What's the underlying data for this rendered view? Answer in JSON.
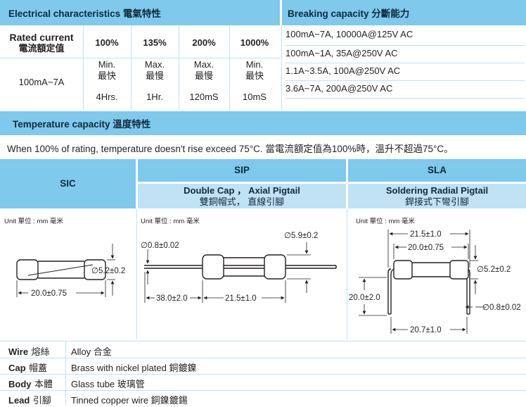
{
  "electrical": {
    "title": "Electrical characteristics 電氣特性",
    "rated_label_en": "Rated current",
    "rated_label_zh": "電流額定值",
    "rated_value": "100mA~7A",
    "columns": [
      {
        "pct": "100%",
        "kind_en": "Min.",
        "kind_zh": "最快",
        "time": "4Hrs."
      },
      {
        "pct": "135%",
        "kind_en": "Max.",
        "kind_zh": "最慢",
        "time": "1Hr."
      },
      {
        "pct": "200%",
        "kind_en": "Max.",
        "kind_zh": "最慢",
        "time": "120mS"
      },
      {
        "pct": "1000%",
        "kind_en": "Min.",
        "kind_zh": "最快",
        "time": "10mS"
      }
    ]
  },
  "breaking": {
    "title": "Breaking capacity 分斷能力",
    "rows": [
      "100mA~7A, 10000A@125V AC",
      "100mA~1A, 35A@250V AC",
      "1.1A~3.5A, 100A@250V AC",
      "3.6A~7A, 200A@250V AC"
    ]
  },
  "temperature": {
    "title": "Temperature capacity 溫度特性",
    "text": "When 100% of rating, temperature doesn't rise exceed 75°C. 當電流額定值為100%時，溫升不超過75°C。"
  },
  "types": {
    "sic": {
      "name": "SIC",
      "unit": "Unit 單位 : mm 毫米",
      "dims": {
        "dia": "∅5.2±0.2",
        "len": "20.0±0.75"
      }
    },
    "sip": {
      "name": "SIP",
      "desc_en": "Double Cap ， Axial Pigtail",
      "desc_zh": "雙銅帽式， 直線引腳",
      "unit": "Unit 單位 : mm 毫米",
      "dims": {
        "wire": "∅0.8±0.02",
        "dia": "∅5.9±0.2",
        "lead": "38.0±2.0",
        "len": "21.5±1.0"
      }
    },
    "sla": {
      "name": "SLA",
      "desc_en": "Soldering Radial Pigtail",
      "desc_zh": "銲接式下彎引腳",
      "unit": "Unit 單位 : mm 毫米",
      "dims": {
        "total": "21.5±1.0",
        "body": "20.0±0.75",
        "dia": "∅5.2±0.2",
        "height": "20.0±2.0",
        "wire": "∅0.8±0.02",
        "pitch": "20.7±1.0"
      }
    }
  },
  "materials": [
    {
      "label_en": "Wire",
      "label_zh": "熔絲",
      "value": "Alloy 合金"
    },
    {
      "label_en": "Cap",
      "label_zh": "帽蓋",
      "value": "Brass with nickel plated 銅鍍鎳"
    },
    {
      "label_en": "Body",
      "label_zh": "本體",
      "value": "Glass tube 玻璃管"
    },
    {
      "label_en": "Lead",
      "label_zh": "引腳",
      "value": "Tinned copper wire 銅鎳鍍錫"
    }
  ],
  "colors": {
    "header": "#7ec9ec",
    "subheader": "#bfe2f5"
  }
}
